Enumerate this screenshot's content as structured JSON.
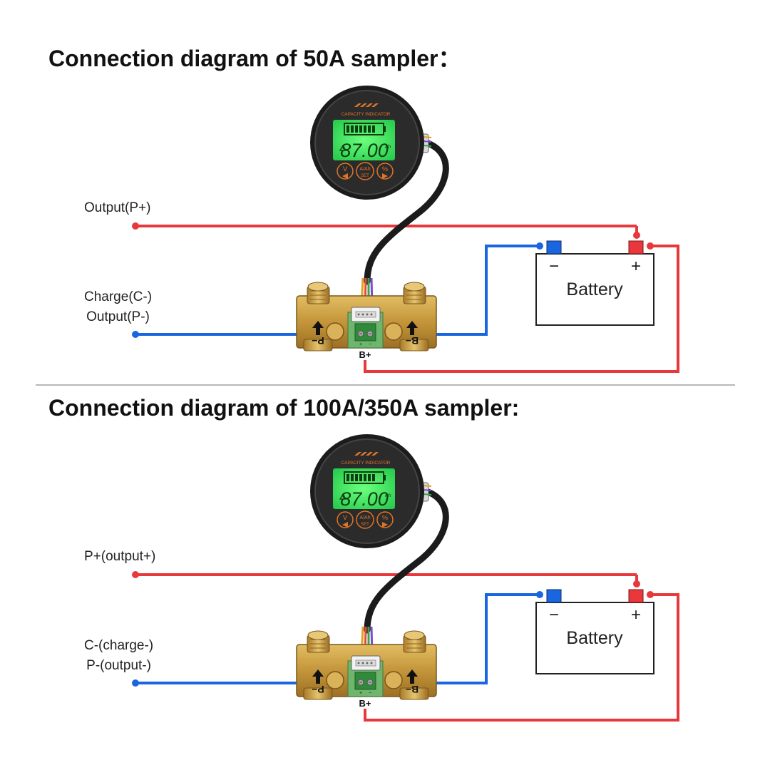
{
  "titles": {
    "first": "Connection diagram of 50A sampler：",
    "second": "Connection diagram of 100A/350A sampler:"
  },
  "diagram_1": {
    "label_top": "Output(P+)",
    "label_bottom_line1": "Charge(C-)",
    "label_bottom_line2": "Output(P-)"
  },
  "diagram_2": {
    "label_top": "P+(output+)",
    "label_bottom_line1": "C-(charge-)",
    "label_bottom_line2": "P-(output-)"
  },
  "monitor": {
    "brand_text": "CAPACITY INDICATOR",
    "display_value": "87.00",
    "display_unit": "Ah",
    "button_left": "V",
    "button_middle_top": "A/Ah",
    "button_middle_bottom": "SET",
    "button_right": "%"
  },
  "shunt": {
    "left_terminal": "P−",
    "right_terminal": "B−",
    "b_plus_label": "B+",
    "connector_plus": "+",
    "connector_minus": "−"
  },
  "battery": {
    "label": "Battery",
    "minus": "−",
    "plus": "+"
  },
  "colors": {
    "positive_wire": "#e8383b",
    "negative_wire": "#1a66e0",
    "brass": "#c99a3c",
    "lcd": "#2ee05a"
  }
}
